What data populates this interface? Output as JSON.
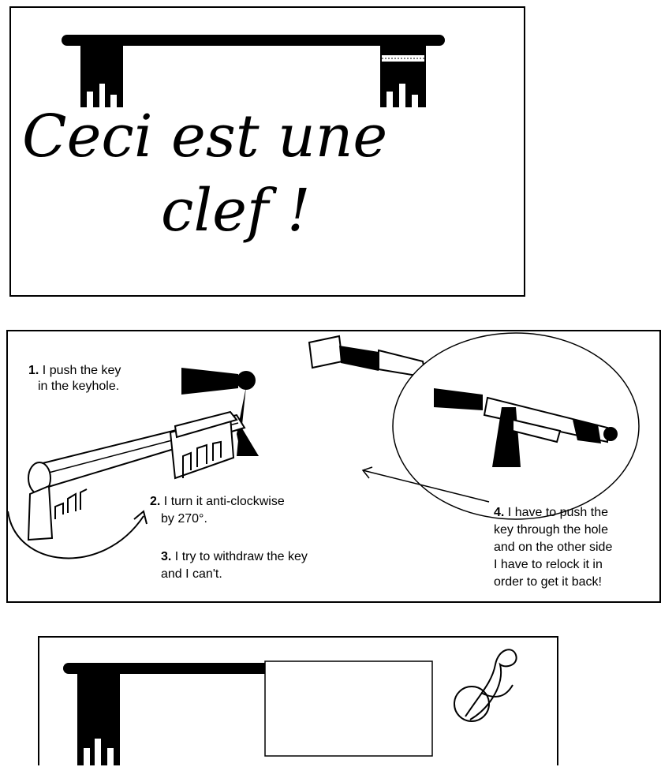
{
  "panel1": {
    "handwriting_line1": "Ceci est une",
    "handwriting_line2": "clef !"
  },
  "panel2": {
    "step1_num": "1.",
    "step1_line1": "I push the key",
    "step1_line2": "in the keyhole.",
    "step2_num": "2.",
    "step2_line1": "I turn it anti-clockwise",
    "step2_line2": "by 270°.",
    "step3_num": "3.",
    "step3_line1": "I try to withdraw the key",
    "step3_line2": "and I can't.",
    "step4_num": "4.",
    "step4_line1": "I have to push the",
    "step4_line2": "key through the hole",
    "step4_line3": "and on the other side",
    "step4_line4": "I have to relock it in",
    "step4_line5": "order to get it back!"
  },
  "panel3": {}
}
